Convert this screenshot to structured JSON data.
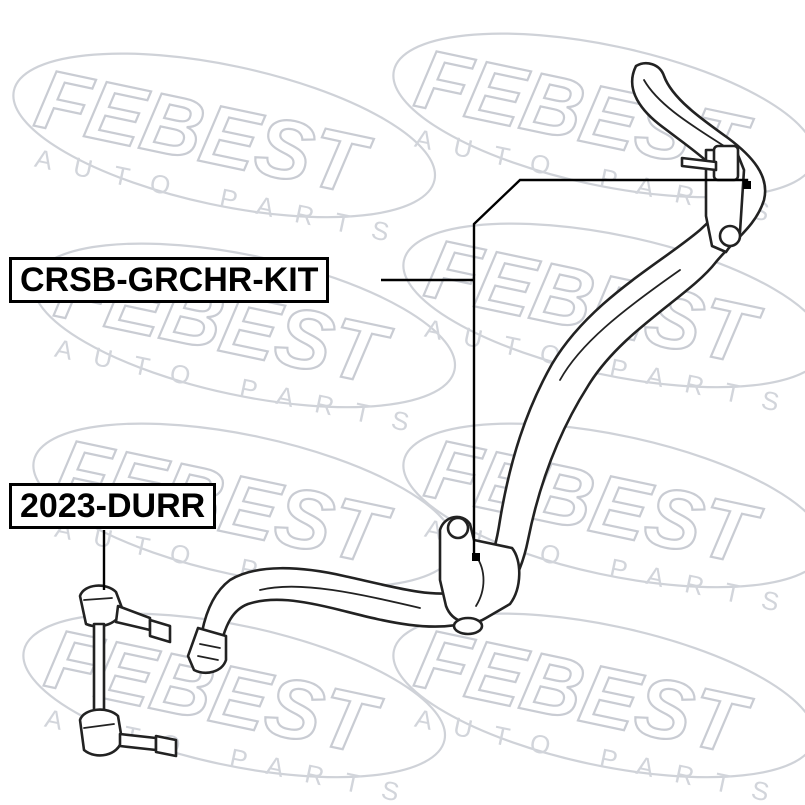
{
  "watermark": {
    "brand": "FEBEST",
    "tagline": "AUTO PARTS"
  },
  "callouts": {
    "stabilizer_bushing_kit": "CRSB-GRCHR-KIT",
    "stabilizer_link": "2023-DURR"
  }
}
